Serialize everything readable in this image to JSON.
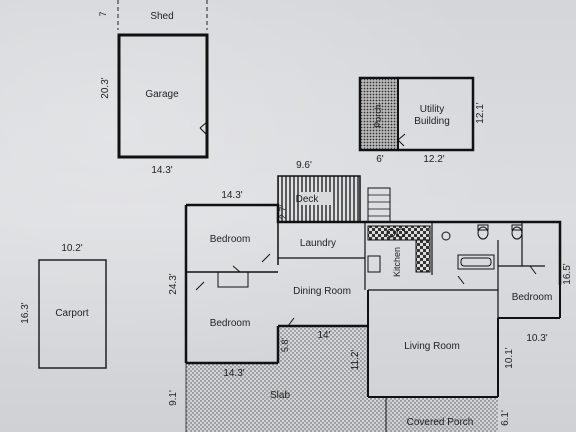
{
  "shed": {
    "label": "Shed",
    "dim_side": "7"
  },
  "garage": {
    "label": "Garage",
    "dim_width": "14.3'",
    "dim_height": "20.3'"
  },
  "utility": {
    "label_line1": "Utility",
    "label_line2": "Building",
    "porch": "Porch",
    "dim_porch": "6'",
    "dim_width": "12.2'",
    "dim_height": "12.1'"
  },
  "carport": {
    "label": "Carport",
    "dim_width": "10.2'",
    "dim_height": "16.3'"
  },
  "deck": {
    "label": "Deck",
    "dim_width": "9.6'",
    "dim_height": "2.7'"
  },
  "house": {
    "bedroom_nw": "Bedroom",
    "bedroom_sw": "Bedroom",
    "bedroom_e": "Bedroom",
    "laundry": "Laundry",
    "kitchen": "Kitchen",
    "dining": "Dining Room",
    "living": "Living Room",
    "dim_top": "14.3'",
    "dim_left": "24.3'",
    "dim_bottom": "14.3'",
    "dim_5_8": "5.8'",
    "dim_14": "14'",
    "dim_11_2": "11.2'",
    "dim_10_1": "10.1'",
    "dim_10_3": "10.3'",
    "dim_16_5": "16.5'"
  },
  "slab": {
    "label": "Slab",
    "dim_side": "9.1'"
  },
  "covered_porch": {
    "label": "Covered Porch",
    "dim_side": "6.1'"
  }
}
